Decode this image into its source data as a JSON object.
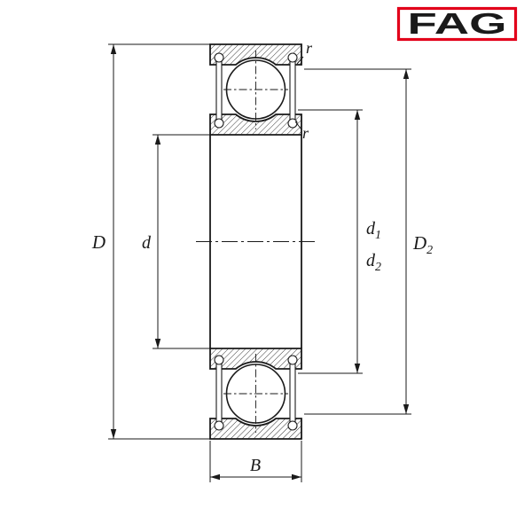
{
  "logo": {
    "text": "FAG"
  },
  "colors": {
    "logo_red": "#e2001a",
    "line": "#1a1a1a"
  },
  "labels": {
    "outer_diameter": "D",
    "bore_diameter": "d",
    "d1_main": "d",
    "d1_sub": "1",
    "d2_main": "d",
    "d2_sub": "2",
    "D2_main": "D",
    "D2_sub": "2",
    "width": "B",
    "radius_outer": "r",
    "radius_inner": "r"
  }
}
